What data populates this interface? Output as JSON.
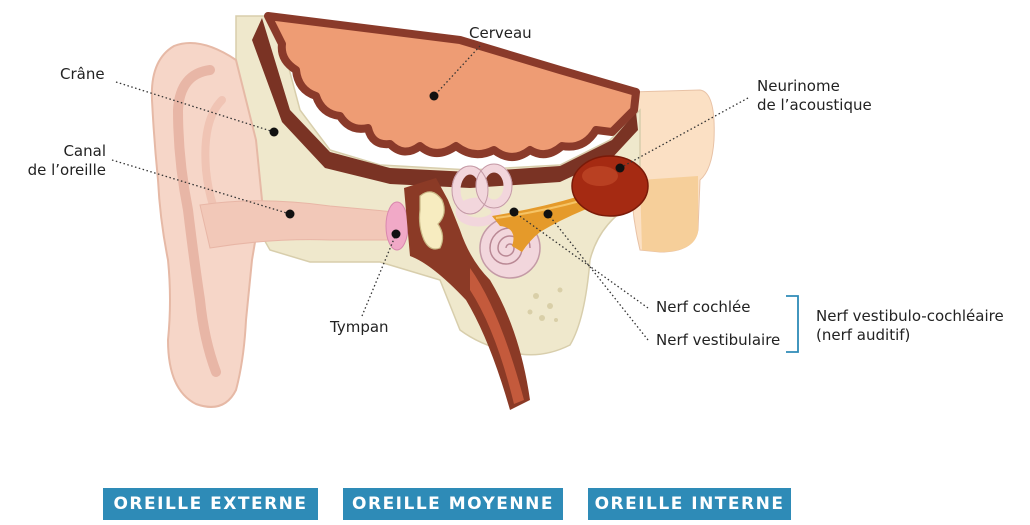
{
  "labels": {
    "cerveau": "Cerveau",
    "crane": "Crâne",
    "canal_line1": "Canal",
    "canal_line2": "de l’oreille",
    "neurinome_line1": "Neurinome",
    "neurinome_line2": "de l’acoustique",
    "tympan": "Tympan",
    "nerf_cochlee": "Nerf cochlée",
    "nerf_vestibulaire": "Nerf vestibulaire",
    "nerf_group_line1": "Nerf vestibulo-cochléaire",
    "nerf_group_line2": "(nerf auditif)"
  },
  "sections": [
    "OREILLE EXTERNE",
    "OREILLE MOYENNE",
    "OREILLE INTERNE"
  ],
  "colors": {
    "section_bg": "#2e8bb7",
    "bracket": "#2e8bb7",
    "brain": "#ee9c74",
    "brain_border": "#8a3a2a",
    "skull": "#efe8cc",
    "skin": "#f6d6c8",
    "tumor": "#a52a12",
    "nerve": "#e59a2a"
  }
}
